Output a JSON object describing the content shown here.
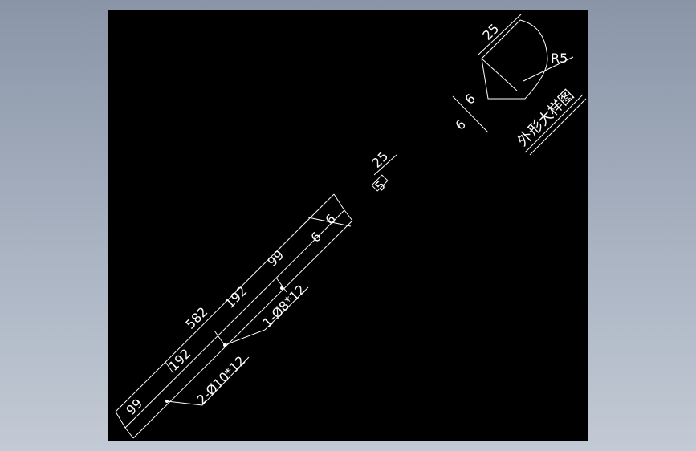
{
  "drawing": {
    "main_part": {
      "dim_overall": "582",
      "dim_end_left": "99",
      "dim_end_right": "99",
      "dim_mid_left": "192",
      "dim_mid_right": "192",
      "dim_width_a": "6",
      "dim_width_b": "6",
      "callout_holes_2": "2-Ø10*12",
      "callout_holes_1": "1-Ø8*12"
    },
    "section": {
      "dim_width": "25",
      "dim_thickness": "5"
    },
    "detail": {
      "title": "外形大样图",
      "dim_width": "25",
      "dim_radius": "R5",
      "dim_a": "6",
      "dim_b": "6"
    }
  }
}
